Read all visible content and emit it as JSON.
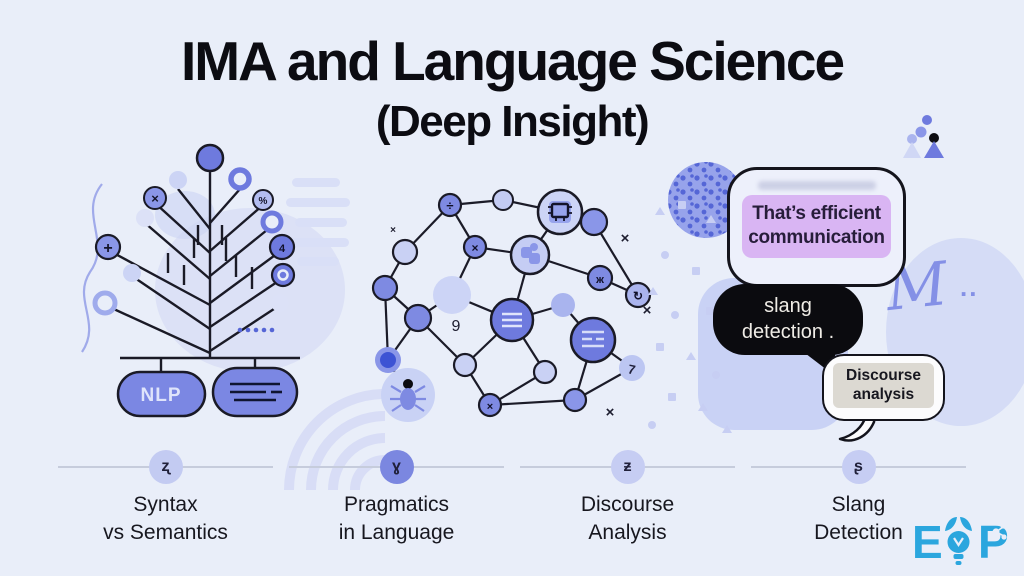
{
  "header": {
    "title": "IMA and Language Science",
    "subtitle": "(Deep Insight)"
  },
  "palette": {
    "background": "#e9eef9",
    "periwinkle": "#6e7ade",
    "periwinkle_mid": "#8a96e8",
    "periwinkle_light": "#c7cff4",
    "outline": "#1a1a26",
    "lavender_highlight": "#d9b5f3",
    "black_bubble": "#0b0b0f",
    "gray_highlight": "#dcd9d2",
    "logo_cyan": "#2ba6de"
  },
  "tree": {
    "nlp_label": "NLP",
    "glyphs": {
      "cut": "×",
      "percent": "%",
      "plus": "+",
      "four": "4"
    }
  },
  "network": {
    "node_number": "9",
    "x_mark": "×",
    "glyphs": {
      "divide": "÷",
      "multiply": "×",
      "walker": "ж",
      "refresh": "↻",
      "seven": "7"
    }
  },
  "bubbles": {
    "efficient_text": "That’s efficient communication",
    "slang_line1": "slang",
    "slang_line2": "detection .",
    "discourse_line1": "Discourse",
    "discourse_line2": "analysis"
  },
  "decorations": {
    "monogram": "M",
    "monogram_dots": ".."
  },
  "footer": {
    "items": [
      {
        "line1": "Syntax",
        "line2": "vs Semantics",
        "icon_glyph": "ʐ",
        "icon_bg": "#c3cbf2"
      },
      {
        "line1": "Pragmatics",
        "line2": "in Language",
        "icon_glyph": "ɣ",
        "icon_bg": "#7b87e0"
      },
      {
        "line1": "Discourse",
        "line2": "Analysis",
        "icon_glyph": "ƶ",
        "icon_bg": "#c6cdf3"
      },
      {
        "line1": "Slang",
        "line2": "Detection",
        "icon_glyph": "ʂ",
        "icon_bg": "#c6cdf3"
      }
    ]
  },
  "logo": {
    "letter_e": "E",
    "letter_p": "P",
    "alt": "EVP"
  }
}
